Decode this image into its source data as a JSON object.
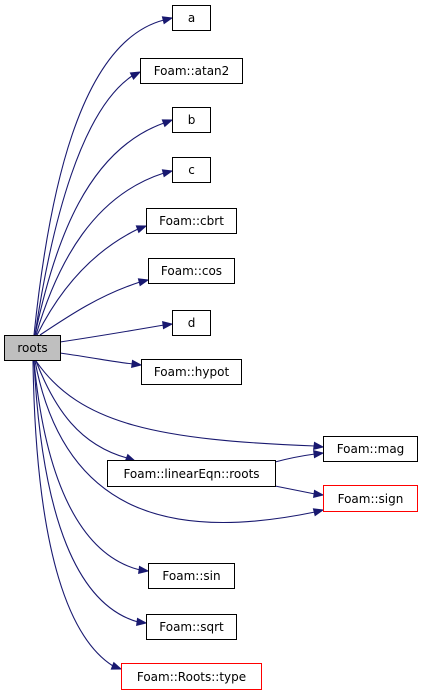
{
  "graph": {
    "root": {
      "label": "roots"
    },
    "nodes": [
      {
        "id": "a",
        "label": "a",
        "warn": false
      },
      {
        "id": "atan2",
        "label": "Foam::atan2",
        "warn": false
      },
      {
        "id": "b",
        "label": "b",
        "warn": false
      },
      {
        "id": "c",
        "label": "c",
        "warn": false
      },
      {
        "id": "cbrt",
        "label": "Foam::cbrt",
        "warn": false
      },
      {
        "id": "cos",
        "label": "Foam::cos",
        "warn": false
      },
      {
        "id": "d",
        "label": "d",
        "warn": false
      },
      {
        "id": "hypot",
        "label": "Foam::hypot",
        "warn": false
      },
      {
        "id": "linroots",
        "label": "Foam::linearEqn::roots",
        "warn": false
      },
      {
        "id": "mag",
        "label": "Foam::mag",
        "warn": false
      },
      {
        "id": "sign",
        "label": "Foam::sign",
        "warn": true
      },
      {
        "id": "sin",
        "label": "Foam::sin",
        "warn": false
      },
      {
        "id": "sqrt",
        "label": "Foam::sqrt",
        "warn": false
      },
      {
        "id": "rootstype",
        "label": "Foam::Roots::type",
        "warn": true
      }
    ],
    "edges": [
      {
        "from": "roots",
        "to": "a"
      },
      {
        "from": "roots",
        "to": "atan2"
      },
      {
        "from": "roots",
        "to": "b"
      },
      {
        "from": "roots",
        "to": "c"
      },
      {
        "from": "roots",
        "to": "cbrt"
      },
      {
        "from": "roots",
        "to": "cos"
      },
      {
        "from": "roots",
        "to": "d"
      },
      {
        "from": "roots",
        "to": "hypot"
      },
      {
        "from": "roots",
        "to": "mag"
      },
      {
        "from": "roots",
        "to": "linroots"
      },
      {
        "from": "roots",
        "to": "sign"
      },
      {
        "from": "roots",
        "to": "sin"
      },
      {
        "from": "roots",
        "to": "sqrt"
      },
      {
        "from": "roots",
        "to": "rootstype"
      },
      {
        "from": "linroots",
        "to": "mag"
      },
      {
        "from": "linroots",
        "to": "sign"
      }
    ],
    "colors": {
      "edge": "#191970",
      "root_fill": "#bfbfbf",
      "node_border": "#000000",
      "warn_border": "#ff0000"
    }
  }
}
